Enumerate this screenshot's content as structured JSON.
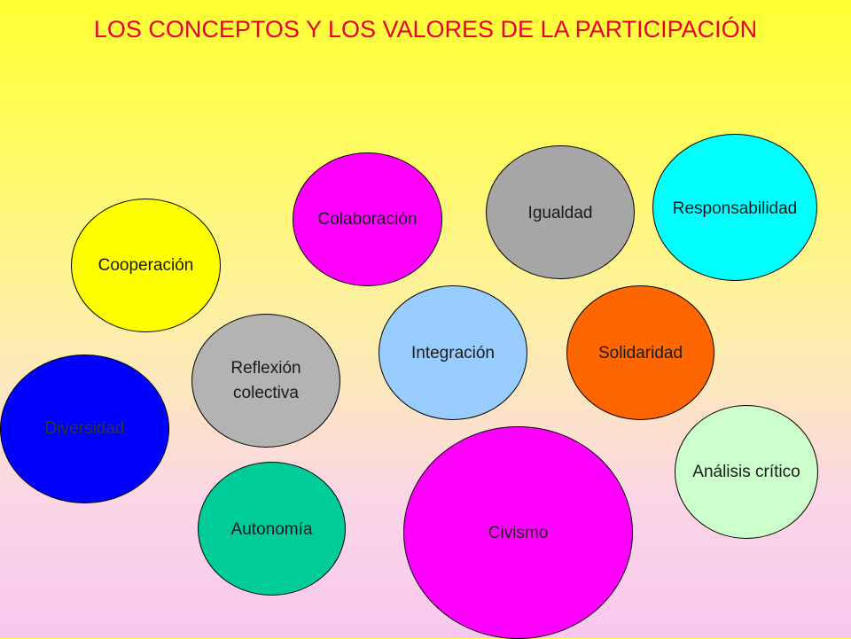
{
  "title": "LOS CONCEPTOS Y LOS VALORES DE LA PARTICIPACIÓN",
  "bubbles": {
    "cooperacion": "Cooperación",
    "colaboracion": "Colaboración",
    "igualdad": "Igualdad",
    "responsabilidad": "Responsabilidad",
    "reflexion": "Reflexión\ncolectiva",
    "integracion": "Integración",
    "solidaridad": "Solidaridad",
    "diversidad": "Diversidad",
    "analisis": "Análisis crítico",
    "autonomia": "Autonomía",
    "civismo": "Civismo"
  },
  "colors": {
    "title": "#e8002a",
    "cooperacion": "#ffff00",
    "colaboracion": "#ff00ff",
    "igualdad": "#a6a6a6",
    "responsabilidad": "#00ffff",
    "reflexion": "#b3b3b3",
    "integracion": "#99ccff",
    "solidaridad": "#ff6600",
    "diversidad": "#0000ff",
    "analisis": "#ccffcc",
    "autonomia": "#00cc99",
    "civismo": "#ff00ff"
  }
}
